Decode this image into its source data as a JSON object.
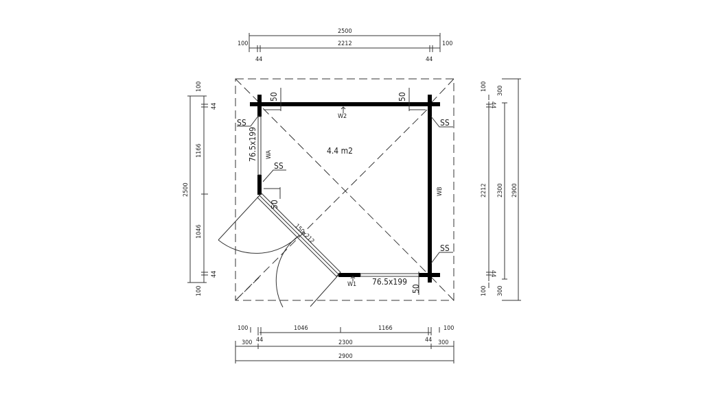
{
  "plan": {
    "area": "4.4 m2",
    "door_size": "150x212",
    "window_left_size": "76.5x199",
    "window_bottom_size": "76.5x199",
    "wall_labels": {
      "w1": "W1",
      "w2": "W2",
      "wa": "WA",
      "wb": "WB"
    },
    "ss": "SS",
    "fifty": "50"
  },
  "dims_top": {
    "total": "2500",
    "inner": "2212",
    "left_overhang": "100",
    "right_overhang": "100",
    "left_44": "44",
    "right_44": "44"
  },
  "dims_left": {
    "total": "2500",
    "top": "100",
    "top_44": "44",
    "upper": "1166",
    "lower": "1046",
    "bottom_44": "44",
    "bottom": "100"
  },
  "dims_right": {
    "top_100": "100",
    "top_300": "300",
    "top_44": "44",
    "inner": "2212",
    "mid": "2300",
    "total": "2900",
    "bottom_44": "44",
    "bottom_100": "100",
    "bottom_300": "300"
  },
  "dims_bottom": {
    "left_100": "100",
    "left_44": "44",
    "seg1": "1046",
    "seg2": "1166",
    "right_44": "44",
    "right_100": "100",
    "left_300": "300",
    "mid": "2300",
    "right_300": "300",
    "total": "2900"
  }
}
